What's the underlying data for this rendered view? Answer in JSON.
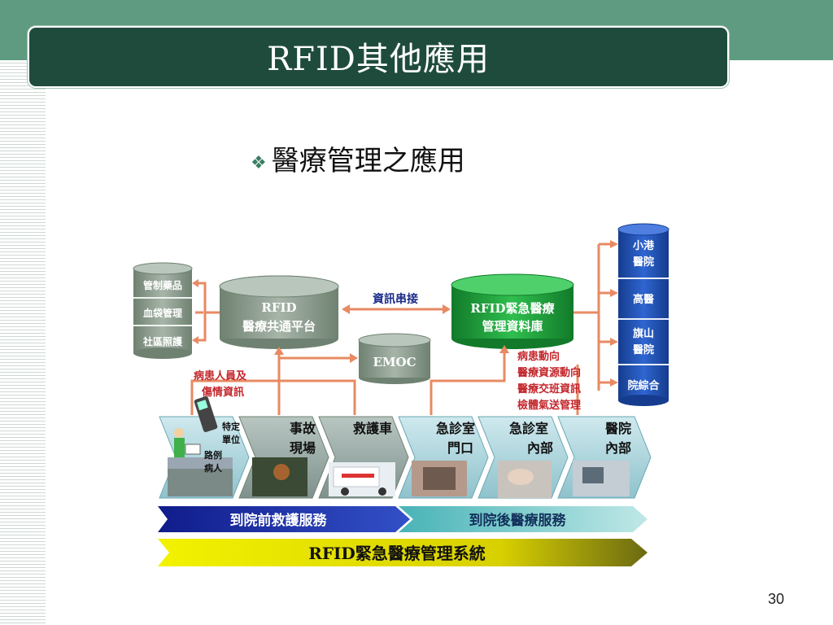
{
  "slide": {
    "title": "RFID其他應用",
    "subtitle": "醫療管理之應用",
    "page_number": "30"
  },
  "diagram": {
    "left_db": [
      "管制藥品",
      "血袋管理",
      "社區照護"
    ],
    "platform": [
      "RFID",
      "醫療共通平台"
    ],
    "emoc": "EMOC",
    "link_label": "資訊串接",
    "emergency_db": [
      "RFID緊急醫療",
      "管理資料庫"
    ],
    "hospitals": [
      [
        "小港",
        "醫院"
      ],
      [
        "高醫"
      ],
      [
        "旗山",
        "醫院"
      ],
      [
        "院綜合"
      ]
    ],
    "patient_info": [
      "病患人員及",
      "傷情資訊"
    ],
    "status_info": [
      "病患動向",
      "醫療資源動向",
      "醫療交班資訊",
      "檢體氣送管理"
    ],
    "stages": [
      {
        "label": [
          "特定",
          "單位"
        ],
        "extra": [
          "路例",
          "病人"
        ]
      },
      {
        "label": [
          "事故",
          "現場"
        ]
      },
      {
        "label": [
          "救護車"
        ]
      },
      {
        "label": [
          "急診室",
          "門口"
        ]
      },
      {
        "label": [
          "急診室",
          "內部"
        ]
      },
      {
        "label": [
          "醫院",
          "內部"
        ]
      }
    ],
    "pre_hospital": "到院前救護服務",
    "post_hospital": "到院後醫療服務",
    "system_label": "RFID緊急醫療管理系統"
  },
  "colors": {
    "title_bg": "#1f4b3d",
    "top_band": "#5e9b80",
    "gray_db": "#8a9a8c",
    "green_db": "#1f9a3a",
    "blue_db": "#1d4fb0",
    "arrow": "#e88a63",
    "pre_hospital_bar": "#1c2c9c",
    "post_hospital_bar": "#7fd0cf",
    "system_bar": "#e6e600"
  }
}
